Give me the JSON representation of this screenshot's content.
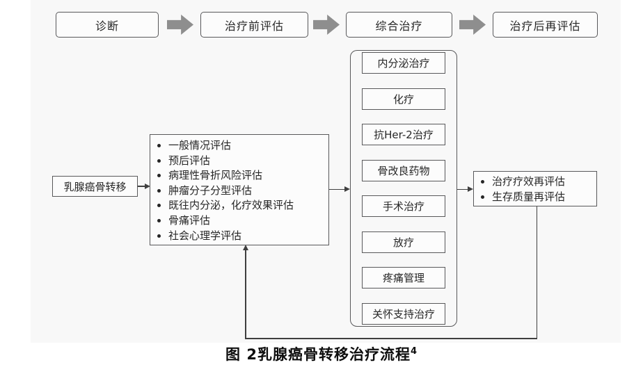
{
  "flow": {
    "steps": [
      {
        "label": "诊断"
      },
      {
        "label": "治疗前评估"
      },
      {
        "label": "综合治疗"
      },
      {
        "label": "治疗后再评估"
      }
    ]
  },
  "source": {
    "label": "乳腺癌骨转移"
  },
  "assessment": {
    "items": [
      "一般情况评估",
      "预后评估",
      "病理性骨折风险评估",
      "肿瘤分子分型评估",
      "既往内分泌，化疗效果评估",
      "骨痛评估",
      "社会心理学评估"
    ]
  },
  "treatments": {
    "items": [
      "内分泌治疗",
      "化疗",
      "抗Her-2治疗",
      "骨改良药物",
      "手术治疗",
      "放疗",
      "疼痛管理",
      "关怀支持治疗"
    ]
  },
  "reassessment": {
    "items": [
      "治疗疗效再评估",
      "生存质量再评估"
    ]
  },
  "caption": {
    "text": "图 2乳腺癌骨转移治疗流程",
    "superscript": "4"
  },
  "colors": {
    "box_border": "#58585a",
    "block_arrow": "#8e8e8e",
    "connector_line": "#3f3f3f",
    "figure_background": "#f8f8f8",
    "text": "#262626"
  }
}
